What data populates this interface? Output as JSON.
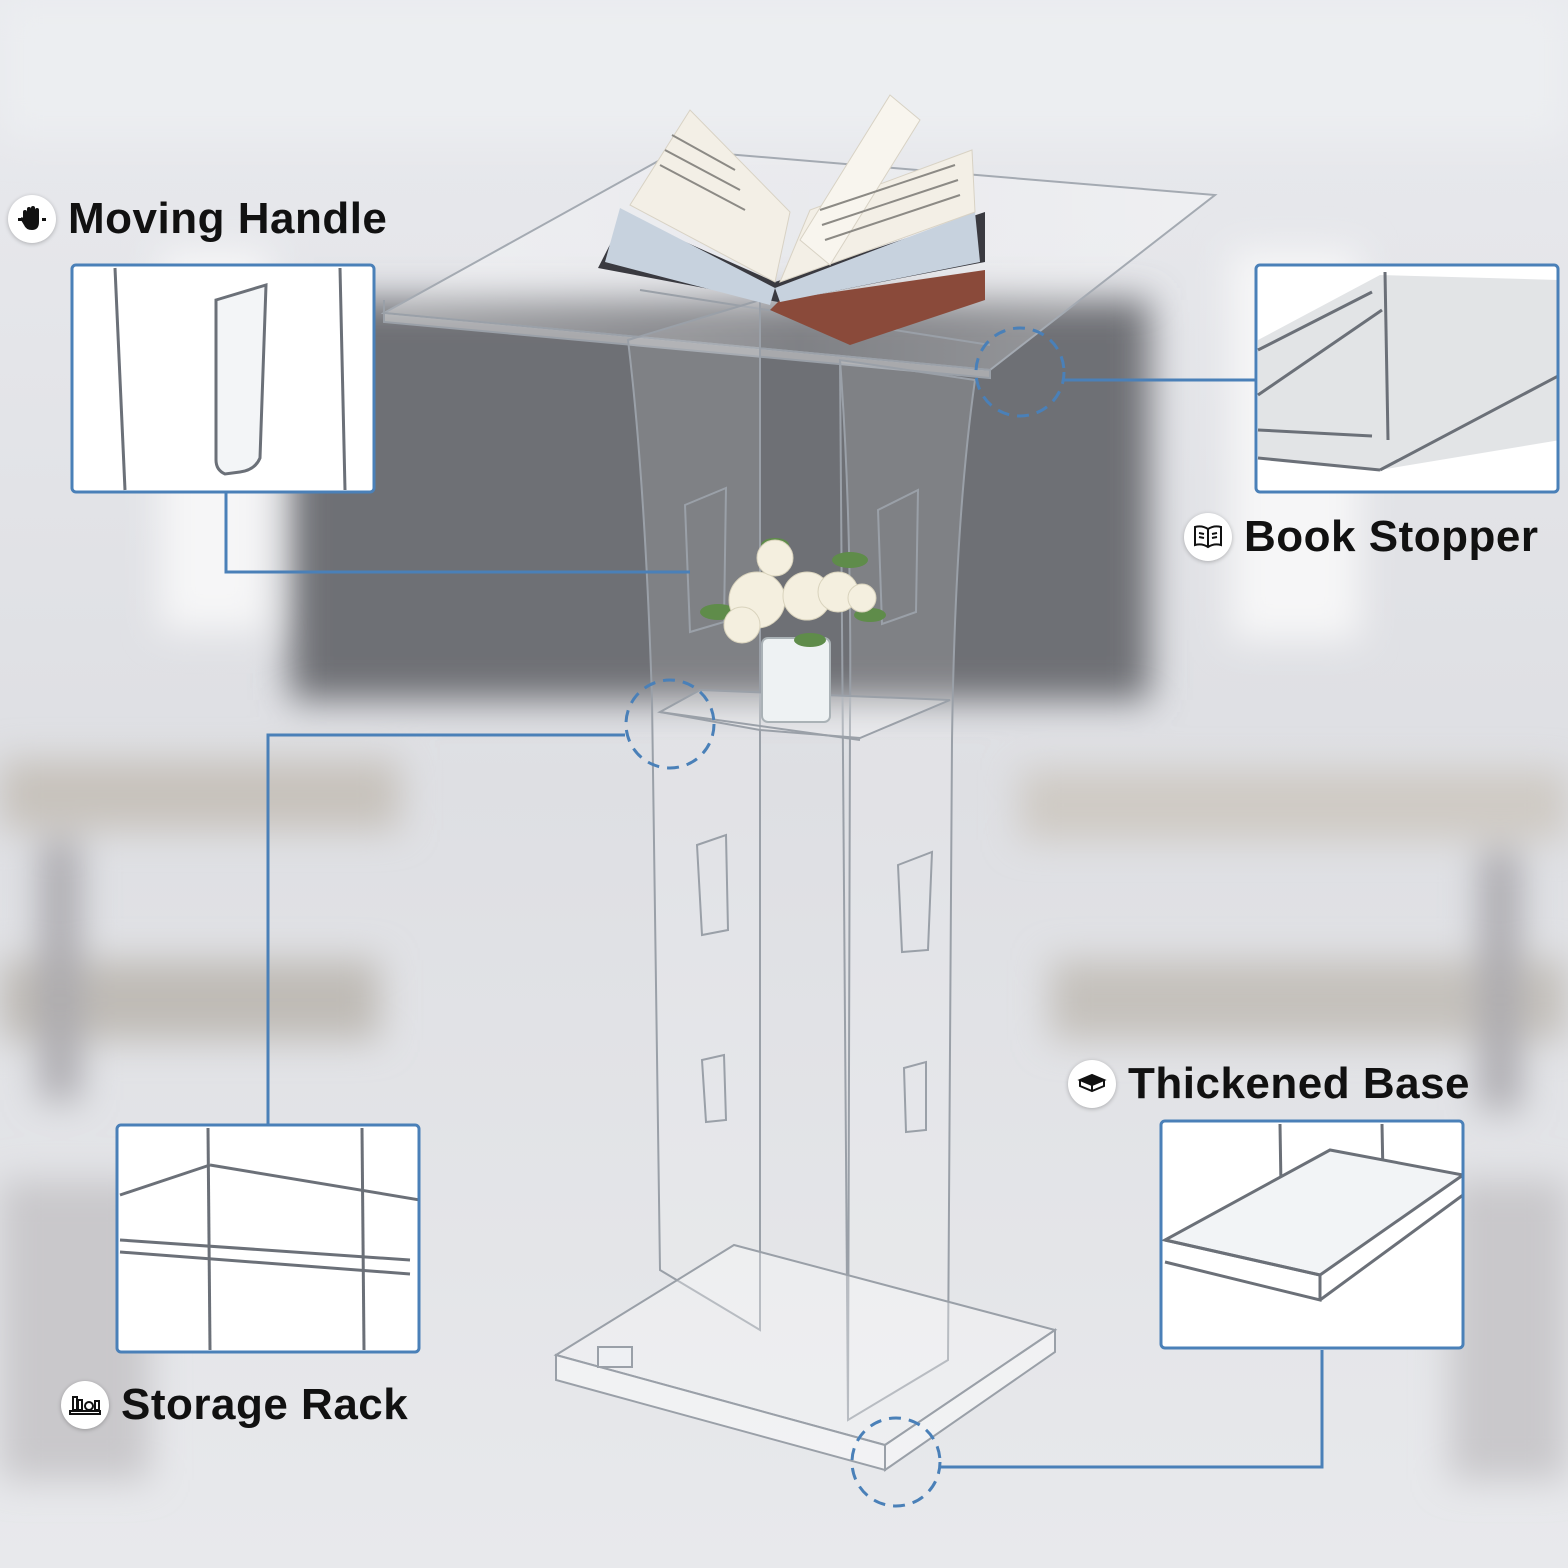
{
  "callouts": {
    "moving_handle": {
      "label": "Moving Handle",
      "icon": "hand-icon"
    },
    "book_stopper": {
      "label": "Book Stopper",
      "icon": "open-book-icon"
    },
    "thickened_base": {
      "label": "Thickened Base",
      "icon": "base-slab-icon"
    },
    "storage_rack": {
      "label": "Storage Rack",
      "icon": "shelf-books-icon"
    }
  },
  "colors": {
    "accent": "#4a80b8",
    "badge_bg": "#ffffff",
    "text": "#111111"
  }
}
